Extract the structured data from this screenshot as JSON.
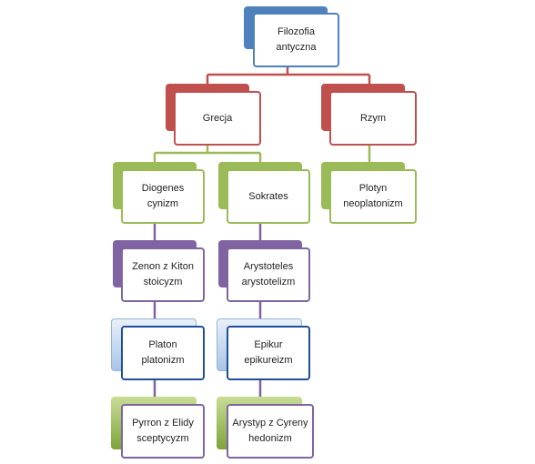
{
  "root": {
    "line1": "Filozofia",
    "line2": "antyczna"
  },
  "grecja": {
    "line1": "Grecja"
  },
  "rzym": {
    "line1": "Rzym"
  },
  "diogenes": {
    "line1": "Diogenes",
    "line2": "cynizm"
  },
  "sokrates": {
    "line1": "Sokrates"
  },
  "plotyn": {
    "line1": "Plotyn",
    "line2": "neoplatonizm"
  },
  "zenon": {
    "line1": "Zenon z Kiton",
    "line2": "stoicyzm"
  },
  "arystoteles": {
    "line1": "Arystoteles",
    "line2": "arystotelizm"
  },
  "platon": {
    "line1": "Platon",
    "line2": "platonizm"
  },
  "epikur": {
    "line1": "Epikur",
    "line2": "epikureizm"
  },
  "pyrron": {
    "line1": "Pyrron z Elidy",
    "line2": "sceptycyzm"
  },
  "arystyp": {
    "line1": "Arystyp z Cyreny",
    "line2": "hedonizm"
  },
  "colors": {
    "blue": "#4f81bd",
    "red": "#c0504d",
    "green": "#9bbb59",
    "purple": "#8064a2",
    "lightblue": "#95b3d7"
  }
}
